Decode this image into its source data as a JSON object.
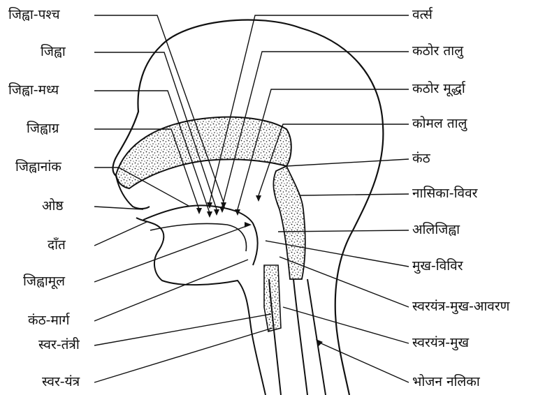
{
  "labels": {
    "left": [
      "जिह्वा-पश्च",
      "जिह्वा",
      "जिह्वा-मध्य",
      "जिह्वाग्र",
      "जिह्वानांक",
      "ओष्ठ",
      "दाँत",
      "जिह्वामूल",
      "कंठ-मार्ग",
      "स्वर-तंत्री",
      "स्वर-यंत्र"
    ],
    "right": [
      "वर्त्स",
      "कठोर तालु",
      "कठोर मूर्द्धा",
      "कोमल तालु",
      "कंठ",
      "नासिका-विवर",
      "अलिजिह्वा",
      "मुख-विविर",
      "स्वरयंत्र-मुख-आवरण",
      "स्वरयंत्र-मुख",
      "भोजन नलिका"
    ]
  }
}
